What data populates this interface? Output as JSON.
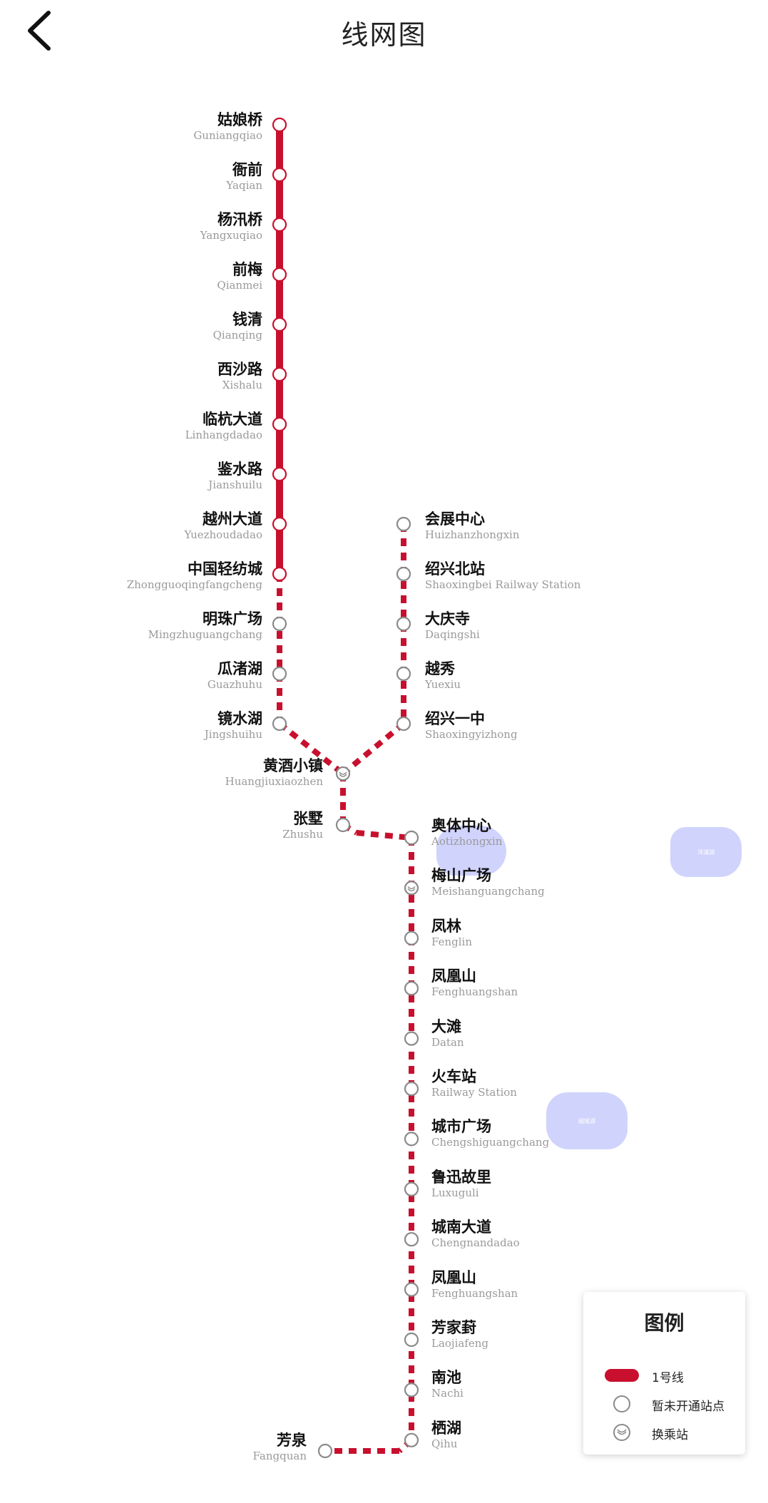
{
  "header": {
    "title": "线网图"
  },
  "colors": {
    "line": "#c8102e",
    "station_stroke": "#8a8a8a",
    "blob": "#aaaffa"
  },
  "line_left": [
    {
      "cn": "姑娘桥",
      "en": "Guniangqiao",
      "status": "open"
    },
    {
      "cn": "衙前",
      "en": "Yaqian",
      "status": "open"
    },
    {
      "cn": "杨汛桥",
      "en": "Yangxuqiao",
      "status": "open"
    },
    {
      "cn": "前梅",
      "en": "Qianmei",
      "status": "open"
    },
    {
      "cn": "钱清",
      "en": "Qianqing",
      "status": "open"
    },
    {
      "cn": "西沙路",
      "en": "Xishalu",
      "status": "open"
    },
    {
      "cn": "临杭大道",
      "en": "Linhangdadao",
      "status": "open"
    },
    {
      "cn": "鉴水路",
      "en": "Jianshuilu",
      "status": "open"
    },
    {
      "cn": "越州大道",
      "en": "Yuezhoudadao",
      "status": "open"
    },
    {
      "cn": "中国轻纺城",
      "en": "Zhongguoqingfangcheng",
      "status": "open"
    },
    {
      "cn": "明珠广场",
      "en": "Mingzhuguangchang",
      "status": "closed"
    },
    {
      "cn": "瓜渚湖",
      "en": "Guazhuhu",
      "status": "closed"
    },
    {
      "cn": "镜水湖",
      "en": "Jingshuihu",
      "status": "closed"
    }
  ],
  "line_right": [
    {
      "cn": "会展中心",
      "en": "Huizhanzhongxin",
      "status": "closed"
    },
    {
      "cn": "绍兴北站",
      "en": "Shaoxingbei Railway Station",
      "status": "closed"
    },
    {
      "cn": "大庆寺",
      "en": "Daqingshi",
      "status": "closed"
    },
    {
      "cn": "越秀",
      "en": "Yuexiu",
      "status": "closed"
    },
    {
      "cn": "绍兴一中",
      "en": "Shaoxingyizhong",
      "status": "closed"
    }
  ],
  "junction": [
    {
      "cn": "黄酒小镇",
      "en": "Huangjiuxiaozhen",
      "status": "transfer"
    },
    {
      "cn": "张墅",
      "en": "Zhushu",
      "status": "closed"
    }
  ],
  "line_south": [
    {
      "cn": "奥体中心",
      "en": "Aotizhongxin",
      "status": "closed"
    },
    {
      "cn": "梅山广场",
      "en": "Meishanguangchang",
      "status": "transfer"
    },
    {
      "cn": "凤林",
      "en": "Fenglin",
      "status": "closed"
    },
    {
      "cn": "凤凰山",
      "en": "Fenghuangshan",
      "status": "closed"
    },
    {
      "cn": "大滩",
      "en": "Datan",
      "status": "closed"
    },
    {
      "cn": "火车站",
      "en": "Railway Station",
      "status": "closed"
    },
    {
      "cn": "城市广场",
      "en": "Chengshiguangchang",
      "status": "closed"
    },
    {
      "cn": "鲁迅故里",
      "en": "Luxuguli",
      "status": "closed"
    },
    {
      "cn": "城南大道",
      "en": "Chengnandadao",
      "status": "closed"
    },
    {
      "cn": "凤凰山",
      "en": "Fenghuangshan",
      "status": "closed"
    },
    {
      "cn": "芳家葑",
      "en": "Laojiafeng",
      "status": "closed"
    },
    {
      "cn": "南池",
      "en": "Nachi",
      "status": "closed"
    },
    {
      "cn": "栖湖",
      "en": "Qihu",
      "status": "closed"
    }
  ],
  "terminal": {
    "cn": "芳泉",
    "en": "Fangquan",
    "status": "closed"
  },
  "blobs": [
    {
      "text": "洋浦湖"
    },
    {
      "text": "越城湖"
    }
  ],
  "legend": {
    "title": "图例",
    "items": [
      {
        "label": "1号线",
        "type": "line"
      },
      {
        "label": "暂未开通站点",
        "type": "closed"
      },
      {
        "label": "换乘站",
        "type": "transfer"
      }
    ]
  }
}
